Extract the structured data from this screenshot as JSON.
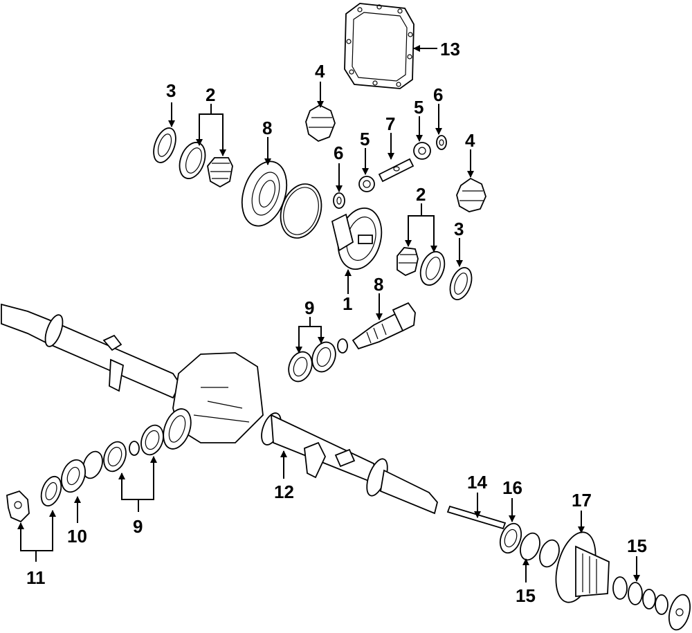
{
  "diagram": {
    "callouts": [
      {
        "id": "c1",
        "text": "1"
      },
      {
        "id": "c2a",
        "text": "2"
      },
      {
        "id": "c2b",
        "text": "2"
      },
      {
        "id": "c3a",
        "text": "3"
      },
      {
        "id": "c3b",
        "text": "3"
      },
      {
        "id": "c4a",
        "text": "4"
      },
      {
        "id": "c4b",
        "text": "4"
      },
      {
        "id": "c5a",
        "text": "5"
      },
      {
        "id": "c5b",
        "text": "5"
      },
      {
        "id": "c6a",
        "text": "6"
      },
      {
        "id": "c6b",
        "text": "6"
      },
      {
        "id": "c7",
        "text": "7"
      },
      {
        "id": "c8a",
        "text": "8"
      },
      {
        "id": "c8b",
        "text": "8"
      },
      {
        "id": "c9a",
        "text": "9"
      },
      {
        "id": "c9b",
        "text": "9"
      },
      {
        "id": "c10",
        "text": "10"
      },
      {
        "id": "c11",
        "text": "11"
      },
      {
        "id": "c12",
        "text": "12"
      },
      {
        "id": "c13",
        "text": "13"
      },
      {
        "id": "c14",
        "text": "14"
      },
      {
        "id": "c15a",
        "text": "15"
      },
      {
        "id": "c15b",
        "text": "15"
      },
      {
        "id": "c16",
        "text": "16"
      },
      {
        "id": "c17",
        "text": "17"
      }
    ]
  }
}
